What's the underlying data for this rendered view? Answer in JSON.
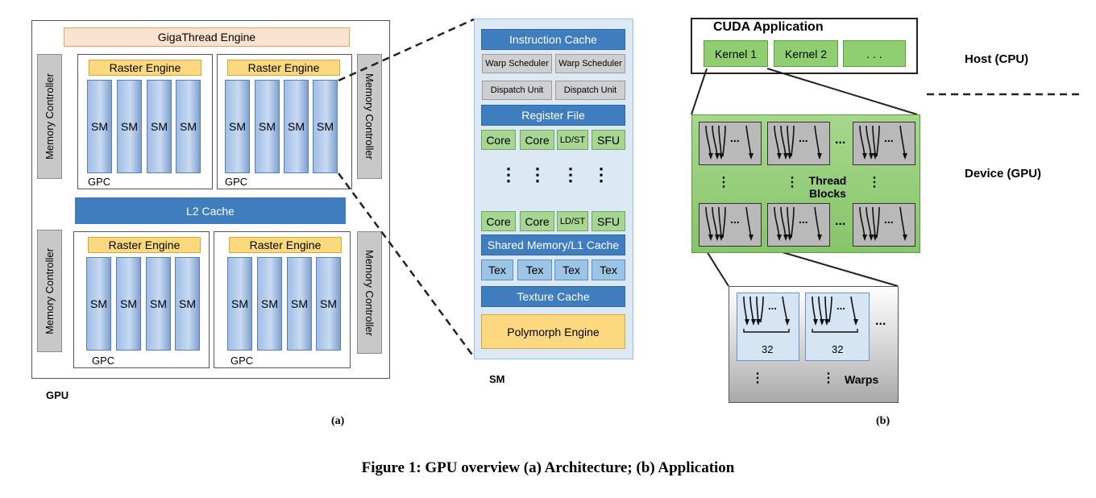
{
  "architecture": {
    "gigathread": "GigaThread Engine",
    "memory_controller": "Memory Controller",
    "raster_engine": "Raster Engine",
    "sm": "SM",
    "gpc": "GPC",
    "l2_cache": "L2 Cache",
    "gpu_label": "GPU",
    "sub_caption": "(a)"
  },
  "sm_detail": {
    "instruction_cache": "Instruction Cache",
    "warp_scheduler": "Warp Scheduler",
    "dispatch_unit": "Dispatch Unit",
    "register_file": "Register File",
    "core": "Core",
    "ldst": "LD/ST",
    "sfu": "SFU",
    "shared_memory": "Shared Memory/L1 Cache",
    "tex": "Tex",
    "texture_cache": "Texture Cache",
    "polymorph_engine": "Polymorph Engine",
    "label": "SM"
  },
  "application": {
    "cuda_title": "CUDA Application",
    "kernels": [
      "Kernel 1",
      "Kernel 2",
      ". . ."
    ],
    "host_label": "Host (CPU)",
    "device_label": "Device (GPU)",
    "thread_blocks": "Thread Blocks",
    "warp_size": "32",
    "warps_label": "Warps",
    "dots": "...",
    "sub_caption": "(b)"
  },
  "figure_caption": "Figure 1: GPU overview (a) Architecture; (b) Application"
}
